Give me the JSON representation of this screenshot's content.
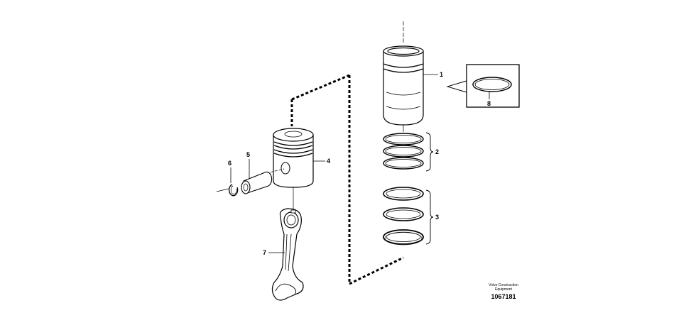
{
  "diagram": {
    "callouts": {
      "c1": "1",
      "c2": "2",
      "c3": "3",
      "c4": "4",
      "c5": "5",
      "c6": "6",
      "c7": "7",
      "c8": "8"
    },
    "footer": {
      "company_line1": "Volvo Construction",
      "company_line2": "Equipment",
      "drawing_number": "1067181"
    }
  }
}
